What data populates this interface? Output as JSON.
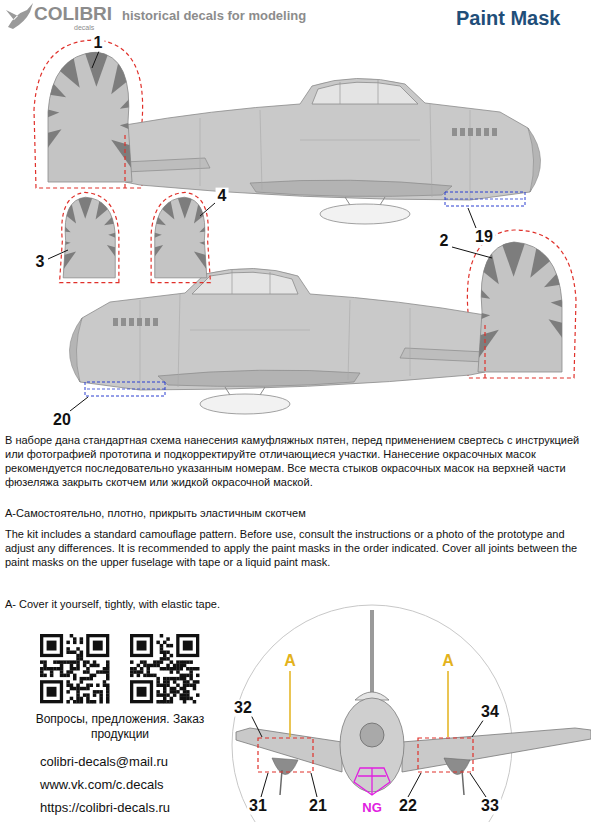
{
  "diagram": {
    "title": "Paint Mask",
    "labels": [
      "COLIBRI",
      "decals",
      "historical decals for modeling",
      "1",
      "4",
      "3",
      "19",
      "2",
      "20",
      "В наборе дана стандартная схема нанесения камуфляжных пятен, перед применением свертесь с инструкцией или фотографией прототипа и подкорректируйте отличающиеся участки. Нанесение окрасочных масок рекомендуется последовательно указанным номерам. Все места стыков окрасочных масок на верхней части фюзеляжа закрыть скотчем или жидкой окрасочной маской.",
      "A-Самостоятельно, плотно, прикрыть эластичным скотчем",
      "The kit includes a standard camouflage pattern. Before use, consult the instructions or a photo of the prototype and adjust any differences. It is recommended to apply the paint masks in the order indicated. Cover all joints between the paint masks on the upper fuselage with tape or a liquid paint mask.",
      "A- Cover it yourself, tightly, with elastic tape.",
      "Вопросы, предложения. Заказ продукции",
      "colibri-decals@mail.ru",
      "www.vk.com/c.decals",
      "https://colibri-decals.ru",
      "32",
      "A",
      "A",
      "34",
      "31",
      "21",
      "NG",
      "22",
      "33"
    ]
  }
}
